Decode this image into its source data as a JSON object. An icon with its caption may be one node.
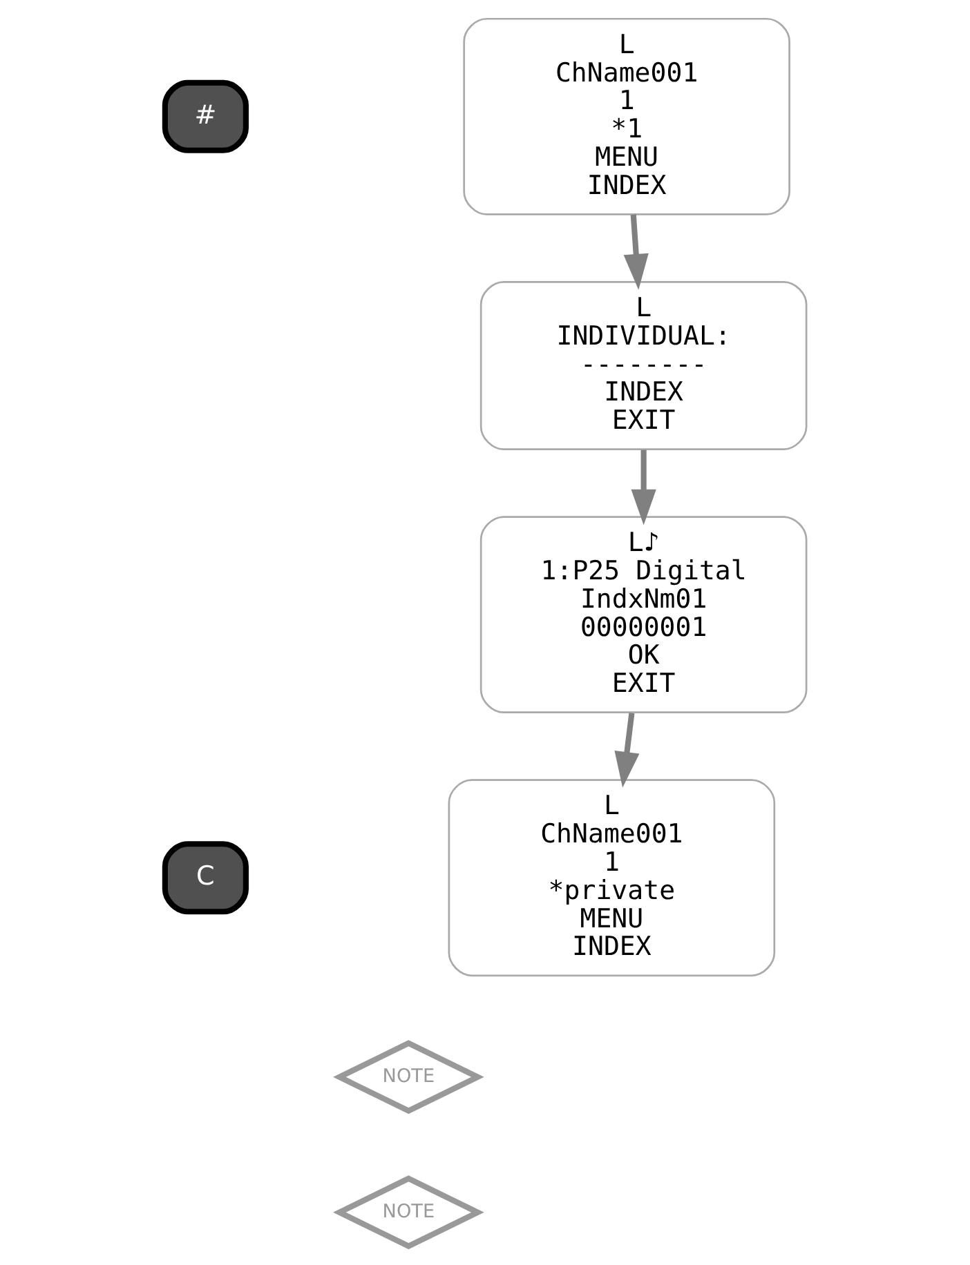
{
  "diagram": {
    "nodes": [
      {
        "text": [
          "L",
          "ChName001",
          "1",
          "*1",
          "MENU",
          "INDEX"
        ]
      },
      {
        "text": [
          "L",
          "INDIVIDUAL:",
          "--------",
          "INDEX",
          "EXIT"
        ]
      },
      {
        "text": [
          "L♪",
          "1:P25 Digital",
          "IndxNm01",
          "00000001",
          "OK",
          "EXIT"
        ]
      },
      {
        "text": [
          "L",
          "ChName001",
          "1",
          "*private",
          "MENU",
          "INDEX"
        ]
      },
      {
        "text": [
          "#"
        ]
      },
      {
        "text": [
          "C"
        ]
      },
      {
        "text": [
          "NOTE"
        ]
      },
      {
        "text": [
          "NOTE"
        ]
      }
    ],
    "edges": [
      {
        "from": 0,
        "to": 1,
        "arrow": "to"
      },
      {
        "from": 1,
        "to": 2,
        "arrow": "to"
      },
      {
        "from": 2,
        "to": 3,
        "arrow": "to"
      }
    ]
  }
}
